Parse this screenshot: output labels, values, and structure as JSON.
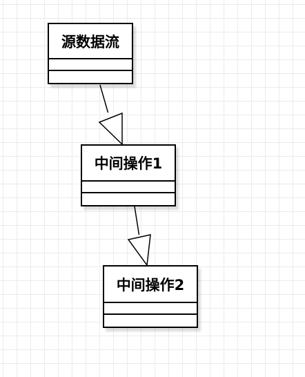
{
  "diagram": {
    "classes": [
      {
        "title": "源数据流"
      },
      {
        "title": "中间操作1"
      },
      {
        "title": "中间操作2"
      }
    ],
    "edges": [
      {
        "from": 0,
        "to": 1,
        "type": "generalization"
      },
      {
        "from": 1,
        "to": 2,
        "type": "generalization"
      }
    ]
  }
}
